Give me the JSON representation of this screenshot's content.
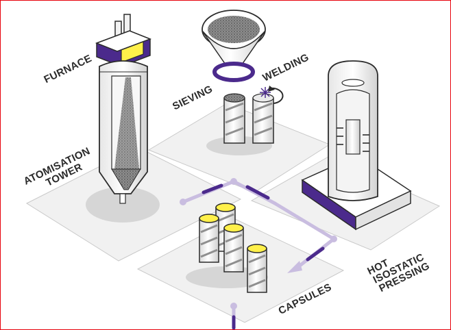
{
  "labels": {
    "furnace": "FURNACE",
    "atomisation_line1": "ATOMISATION",
    "atomisation_line2": "TOWER",
    "sieving": "SIEVING",
    "welding": "WELDING",
    "capsules": "CAPSULES",
    "hip_line1": "HOT",
    "hip_line2": "ISOSTATIC",
    "hip_line3": "PRESSING"
  },
  "colors": {
    "accent_purple": "#4b2a8c",
    "light_purple": "#c9bde0",
    "yellow": "#fff04a",
    "outline": "#2b2b2b",
    "border": "#e8000b"
  },
  "icons": {
    "welding_spark": "star-burst-icon",
    "rotation": "circular-arrow-icon",
    "flow_arrow": "arrow-down-left-icon"
  }
}
